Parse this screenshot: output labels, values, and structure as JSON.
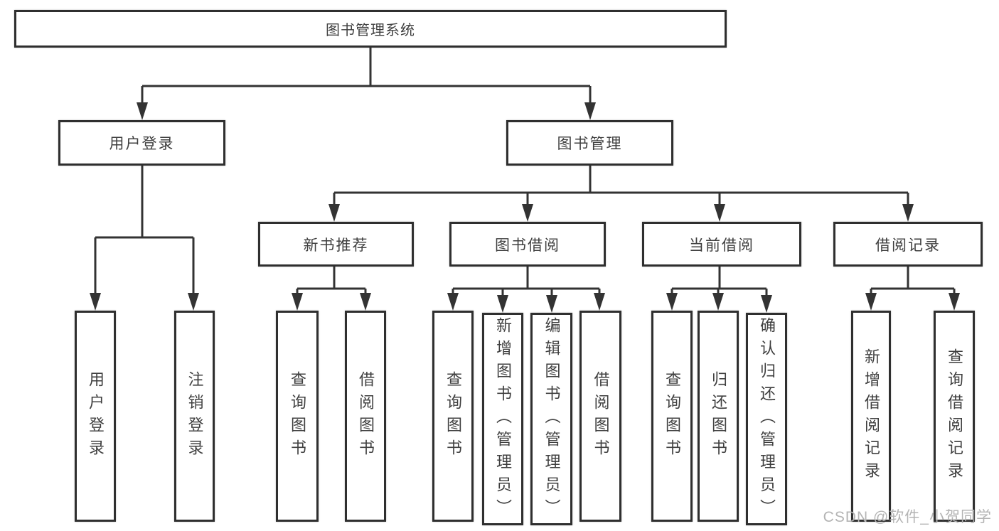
{
  "tree": {
    "label": "图书管理系统",
    "children": [
      {
        "label": "用户登录",
        "children": [
          {
            "label": "用户登录"
          },
          {
            "label": "注销登录"
          }
        ]
      },
      {
        "label": "图书管理",
        "children": [
          {
            "label": "新书推荐",
            "children": [
              {
                "label": "查询图书"
              },
              {
                "label": "借阅图书"
              }
            ]
          },
          {
            "label": "图书借阅",
            "children": [
              {
                "label": "查询图书"
              },
              {
                "label": "新增图书（管理员）"
              },
              {
                "label": "编辑图书（管理员）"
              },
              {
                "label": "借阅图书"
              }
            ]
          },
          {
            "label": "当前借阅",
            "children": [
              {
                "label": "查询图书"
              },
              {
                "label": "归还图书"
              },
              {
                "label": "确认归还（管理员）"
              }
            ]
          },
          {
            "label": "借阅记录",
            "children": [
              {
                "label": "新增借阅记录"
              },
              {
                "label": "查询借阅记录"
              }
            ]
          }
        ]
      }
    ]
  },
  "watermark": {
    "text": "CSDN @软件_小贺同学"
  },
  "colors": {
    "line": "#333333",
    "box_border": "#2f2f2f",
    "text": "#3f3f3f",
    "background": "#ffffff",
    "watermark": "#b4b4b4"
  }
}
